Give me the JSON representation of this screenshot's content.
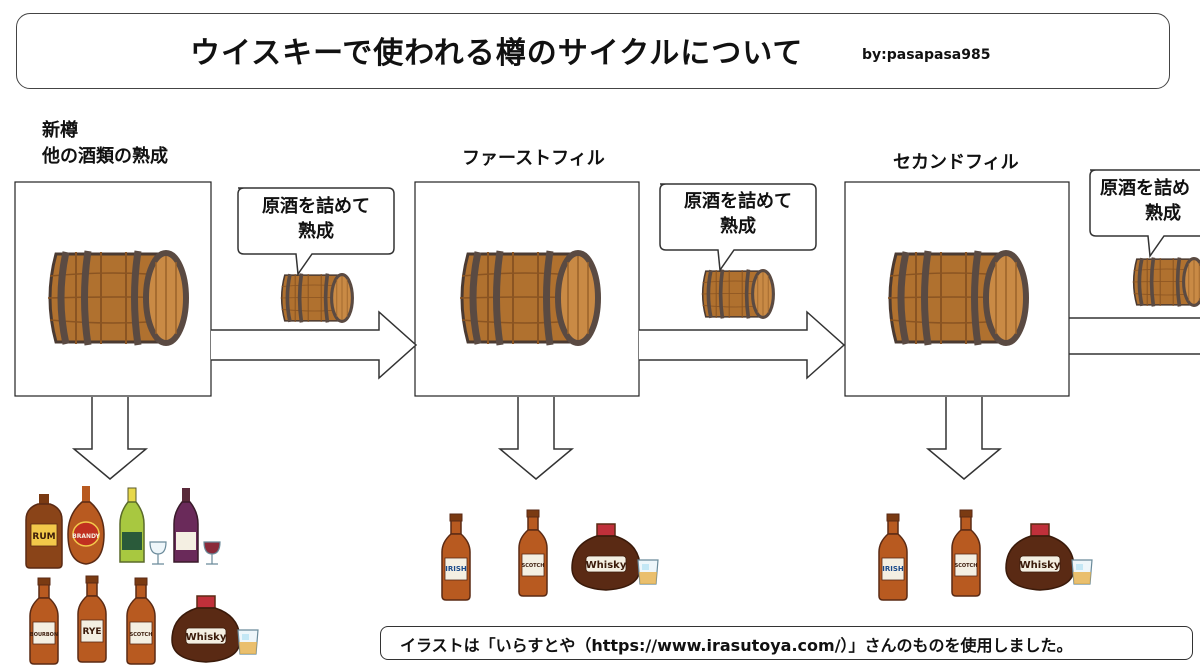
{
  "header": {
    "title": "ウイスキーで使われる樽のサイクルについて",
    "byline": "by:pasapasa985"
  },
  "stages": [
    {
      "label_line1": "新樽",
      "label_line2": "他の酒類の熟成"
    },
    {
      "label": "ファーストフィル"
    },
    {
      "label": "セカンドフィル"
    }
  ],
  "bubbles": [
    {
      "line1": "原酒を詰めて",
      "line2": "熟成"
    },
    {
      "line1": "原酒を詰めて",
      "line2": "熟成"
    },
    {
      "line1": "原酒を詰め",
      "line2": "熟成"
    }
  ],
  "bottles": {
    "rum": "RUM",
    "brandy": "BRANDY",
    "bourbon": "BOURBON",
    "rye": "RYE",
    "scotch": "SCOTCH",
    "irish": "IRISH",
    "whisky": "Whisky"
  },
  "footer": {
    "credit": "イラストは「いらすとや（https://www.irasutoya.com/）」さんのものを使用しました。"
  },
  "colors": {
    "barrel_wood": "#b0712f",
    "barrel_hoop": "#5a4a42",
    "bottle_amber": "#b85a20",
    "whisky_brown": "#5a2a14"
  }
}
